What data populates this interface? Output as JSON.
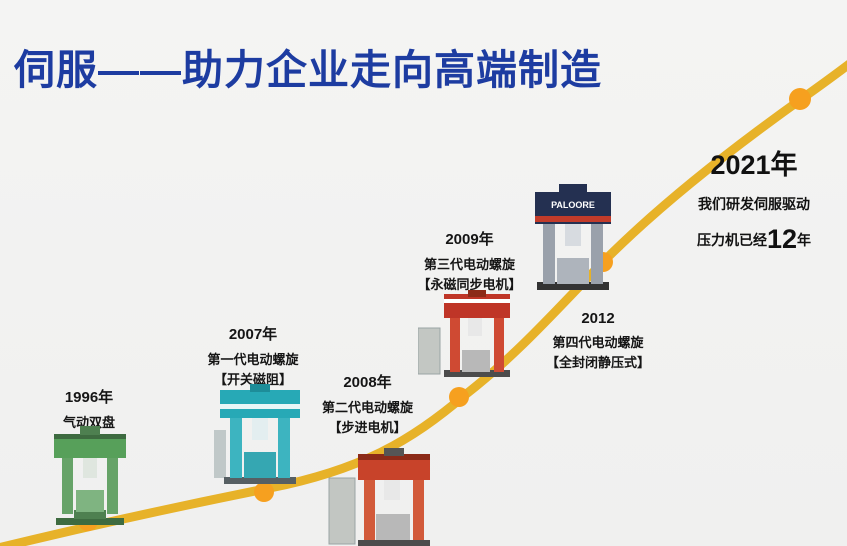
{
  "title": "伺服——助力企业走向高端制造",
  "colors": {
    "title_blue": "#1d3ca1",
    "curve_gold": "#e7b229",
    "dot_orange": "#f6a01f",
    "background": "#f3f3f2"
  },
  "milestones": [
    {
      "year": "1996年",
      "line1": "气动双盘",
      "line2": ""
    },
    {
      "year": "2007年",
      "line1": "第一代电动螺旋",
      "line2": "【开关磁阻】"
    },
    {
      "year": "2008年",
      "line1": "第二代电动螺旋",
      "line2": "【步进电机】"
    },
    {
      "year": "2009年",
      "line1": "第三代电动螺旋",
      "line2": "【永磁同步电机】"
    },
    {
      "year": "2012",
      "line1": "第四代电动螺旋",
      "line2": "【全封闭静压式】"
    }
  ],
  "finale": {
    "year": "2021年",
    "line1": "我们研发伺服驱动",
    "line2_prefix": "压力机已经",
    "line2_big": "12",
    "line2_suffix": "年"
  },
  "machines": {
    "paloore_brand": "PALOORE"
  }
}
